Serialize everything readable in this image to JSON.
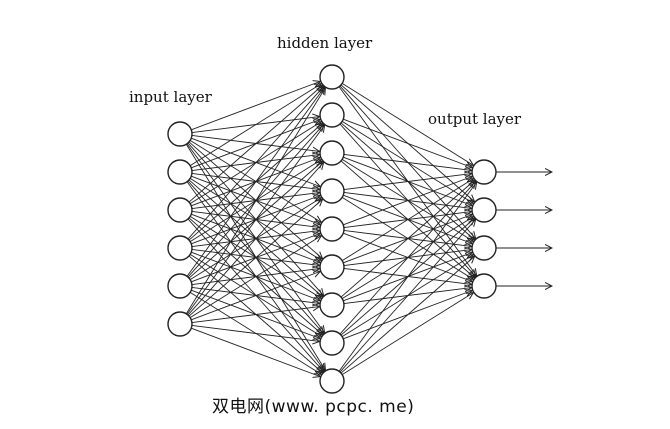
{
  "diagram": {
    "title": "Feed-forward neural network",
    "layers": [
      {
        "id": "input",
        "label": "input layer",
        "node_count": 6
      },
      {
        "id": "hidden",
        "label": "hidden layer",
        "node_count": 9
      },
      {
        "id": "output",
        "label": "output layer",
        "node_count": 4
      }
    ],
    "connections": "fully-connected between adjacent layers, directed left to right with arrowheads",
    "output_arrows": 4,
    "colors": {
      "stroke": "#222222",
      "node_fill": "#ffffff",
      "background": "#ffffff"
    }
  },
  "watermark": "双电网(www. pcpc. me)"
}
